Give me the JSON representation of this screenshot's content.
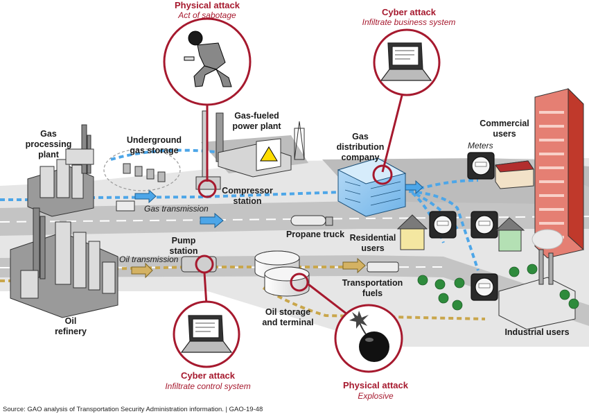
{
  "attacks": {
    "physical_top": {
      "title": "Physical attack",
      "subtitle": "Act of sabotage"
    },
    "cyber_top": {
      "title": "Cyber attack",
      "subtitle": "Infiltrate business system"
    },
    "cyber_bottom": {
      "title": "Cyber attack",
      "subtitle": "Infiltrate control system"
    },
    "physical_bottom": {
      "title": "Physical attack",
      "subtitle": "Explosive"
    }
  },
  "labels": {
    "gas_processing_plant": [
      "Gas",
      "processing",
      "plant"
    ],
    "underground_storage": [
      "Underground",
      "gas storage"
    ],
    "power_plant": [
      "Gas-fueled",
      "power plant"
    ],
    "gas_distribution": [
      "Gas",
      "distribution",
      "company"
    ],
    "commercial_users": [
      "Commercial",
      "users"
    ],
    "meters": "Meters",
    "compressor_station": [
      "Compressor",
      "station"
    ],
    "gas_transmission": "Gas transmission",
    "propane_truck": "Propane truck",
    "residential_users": [
      "Residential",
      "users"
    ],
    "pump_station": [
      "Pump",
      "station"
    ],
    "oil_transmission": "Oil transmission",
    "transportation_fuels": [
      "Transportation",
      "fuels"
    ],
    "oil_refinery": [
      "Oil",
      "refinery"
    ],
    "oil_storage": [
      "Oil storage",
      "and terminal"
    ],
    "industrial_users": "Industrial users"
  },
  "source": "Source: GAO analysis of Transportation Security Administration information.  |  GAO-19-48",
  "colors": {
    "attack_red": "#a6192e",
    "gas_blue": "#4da6e8",
    "oil_tan": "#c9a64b",
    "road_gray": "#c8c8c8",
    "ground_gray": "#e2e2e2"
  }
}
